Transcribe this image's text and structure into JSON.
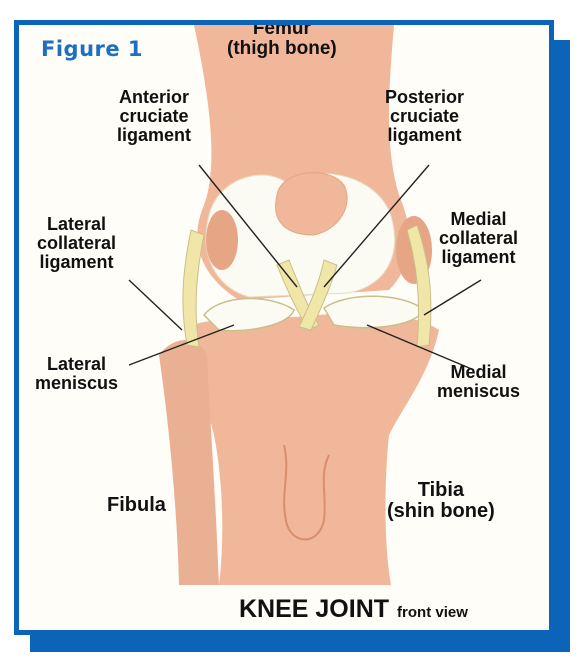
{
  "figure_label": "Figure 1",
  "labels": {
    "femur_line1": "Femur",
    "femur_line2": "(thigh bone)",
    "acl_line1": "Anterior",
    "acl_line2": "cruciate",
    "acl_line3": "ligament",
    "pcl_line1": "Posterior",
    "pcl_line2": "cruciate",
    "pcl_line3": "ligament",
    "lcl_line1": "Lateral",
    "lcl_line2": "collateral",
    "lcl_line3": "ligament",
    "mcl_line1": "Medial",
    "mcl_line2": "collateral",
    "mcl_line3": "ligament",
    "latmen_line1": "Lateral",
    "latmen_line2": "meniscus",
    "medmen_line1": "Medial",
    "medmen_line2": "meniscus",
    "fibula": "Fibula",
    "tibia_line1": "Tibia",
    "tibia_line2": "(shin bone)"
  },
  "footer": {
    "title": "KNEE JOINT",
    "subtitle": "front view"
  },
  "colors": {
    "frame_blue": "#0b64b7",
    "bone": "#f0b79a",
    "cartilage": "#fbfbf3",
    "ligament": "#efe6a8"
  }
}
